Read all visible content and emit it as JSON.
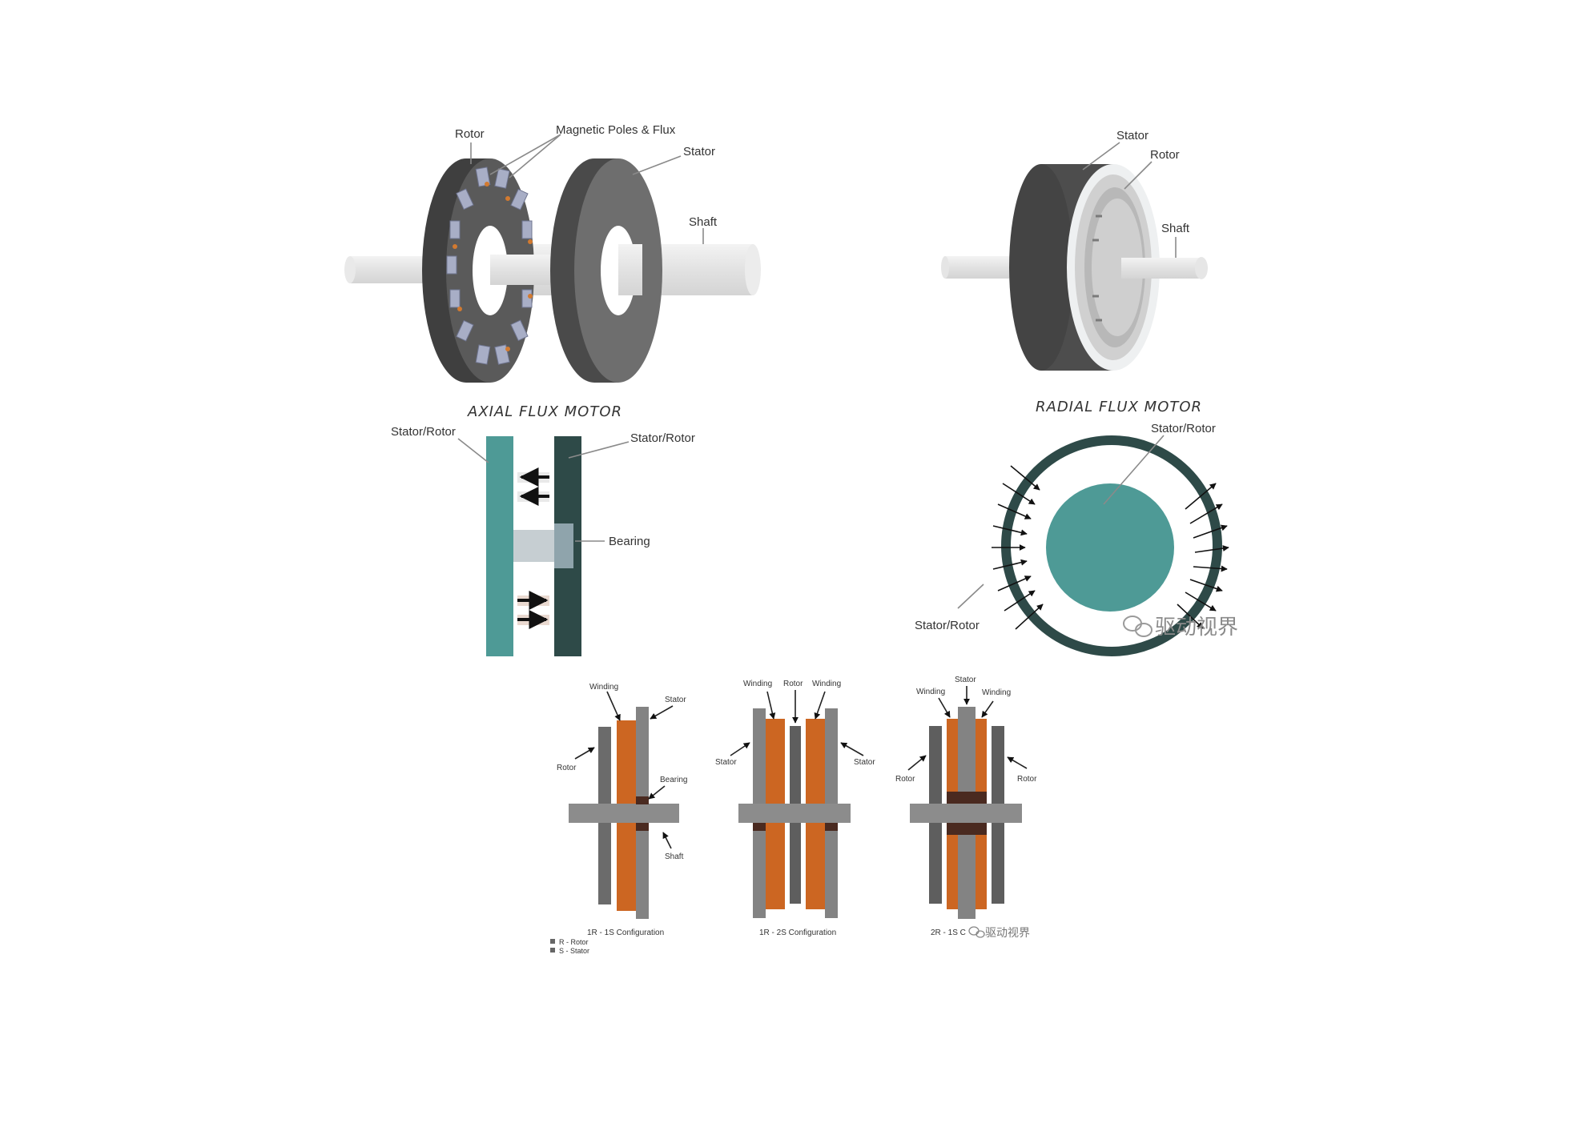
{
  "axial": {
    "rotor_label": "Rotor",
    "poles_label": "Magnetic Poles & Flux",
    "stator_label": "Stator",
    "shaft_label": "Shaft",
    "title": "AXIAL FLUX MOTOR"
  },
  "radial": {
    "stator_label": "Stator",
    "rotor_label": "Rotor",
    "shaft_label": "Shaft",
    "title": "RADIAL FLUX MOTOR"
  },
  "axial_section": {
    "left_label": "Stator/Rotor",
    "right_label": "Stator/Rotor",
    "bearing_label": "Bearing"
  },
  "radial_section": {
    "outer_label": "Stator/Rotor",
    "inner_label": "Stator/Rotor"
  },
  "configs": {
    "c1": {
      "winding": "Winding",
      "stator": "Stator",
      "rotor": "Rotor",
      "bearing": "Bearing",
      "shaft": "Shaft",
      "caption": "1R - 1S Configuration"
    },
    "c2": {
      "winding_left": "Winding",
      "rotor": "Rotor",
      "winding_right": "Winding",
      "stator_left": "Stator",
      "stator_right": "Stator",
      "caption": "1R - 2S Configuration"
    },
    "c3": {
      "stator": "Stator",
      "winding_left": "Winding",
      "winding_right": "Winding",
      "rotor_left": "Rotor",
      "rotor_right": "Rotor",
      "caption": "2R - 1S C"
    },
    "legend": [
      {
        "key": "R - Rotor"
      },
      {
        "key": "S - Stator"
      }
    ]
  },
  "watermark": {
    "text": "驱动视界",
    "small_text": "驱动视界"
  },
  "colors": {
    "teal": "#4e9a96",
    "dark_teal": "#2e4a48",
    "orange": "#cc6622",
    "dark_gray": "#4d4d4d",
    "mid_gray": "#6b6b6b",
    "light_gray": "#e6e6e6",
    "bar_gray": "#838383"
  }
}
